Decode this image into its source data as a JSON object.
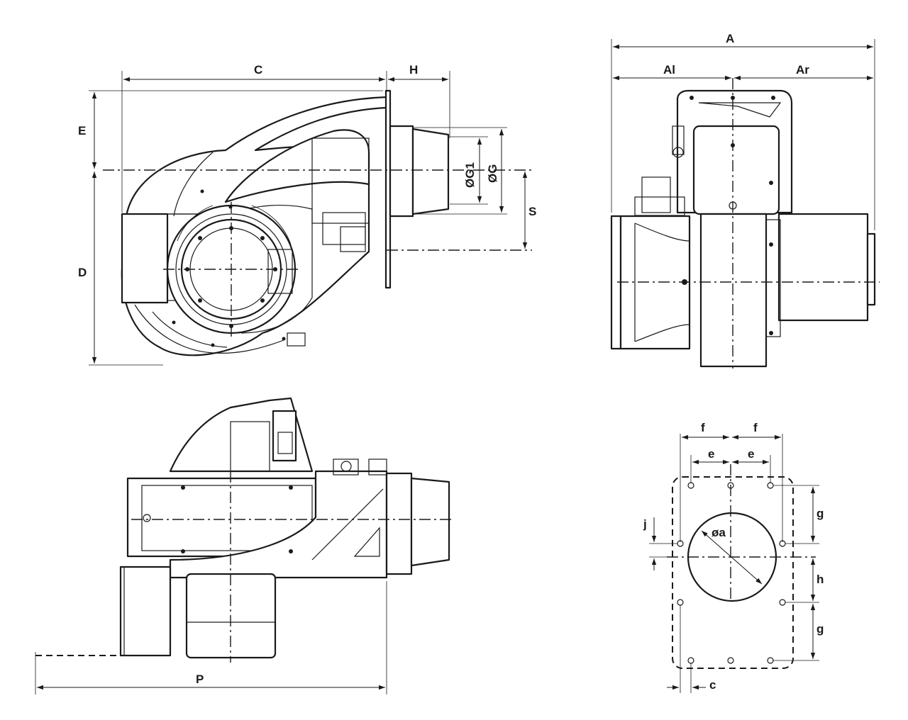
{
  "labels": {
    "A": "A",
    "Al": "Al",
    "Ar": "Ar",
    "C": "C",
    "H": "H",
    "E": "E",
    "D": "D",
    "G1": "ØG1",
    "G": "ØG",
    "S": "S",
    "P": "P",
    "f_left": "f",
    "f_right": "f",
    "e_left": "e",
    "e_right": "e",
    "g_top": "g",
    "g_bottom": "g",
    "h": "h",
    "j": "j",
    "a": "øa",
    "c": "c"
  },
  "colors": {
    "line": "#1a1a1a",
    "background": "#ffffff"
  }
}
